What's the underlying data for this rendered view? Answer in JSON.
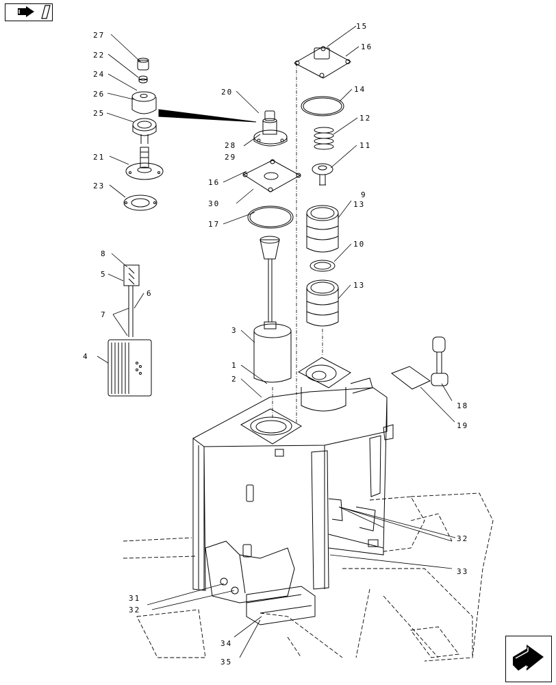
{
  "diagram": {
    "type": "exploded parts diagram",
    "subject": "hydraulic oil reservoir assembly"
  },
  "callouts": [
    "27",
    "22",
    "24",
    "26",
    "25",
    "21",
    "23",
    "20",
    "28",
    "29",
    "16",
    "30",
    "17",
    "8",
    "5",
    "6",
    "7",
    "4",
    "3",
    "1",
    "2",
    "15",
    "16",
    "14",
    "12",
    "11",
    "9",
    "13",
    "10",
    "13",
    "18",
    "19",
    "32",
    "33",
    "31",
    "32",
    "34",
    "35"
  ],
  "icons": {
    "nav_previous": "arrow-previous-icon",
    "nav_next": "arrow-next-icon"
  }
}
